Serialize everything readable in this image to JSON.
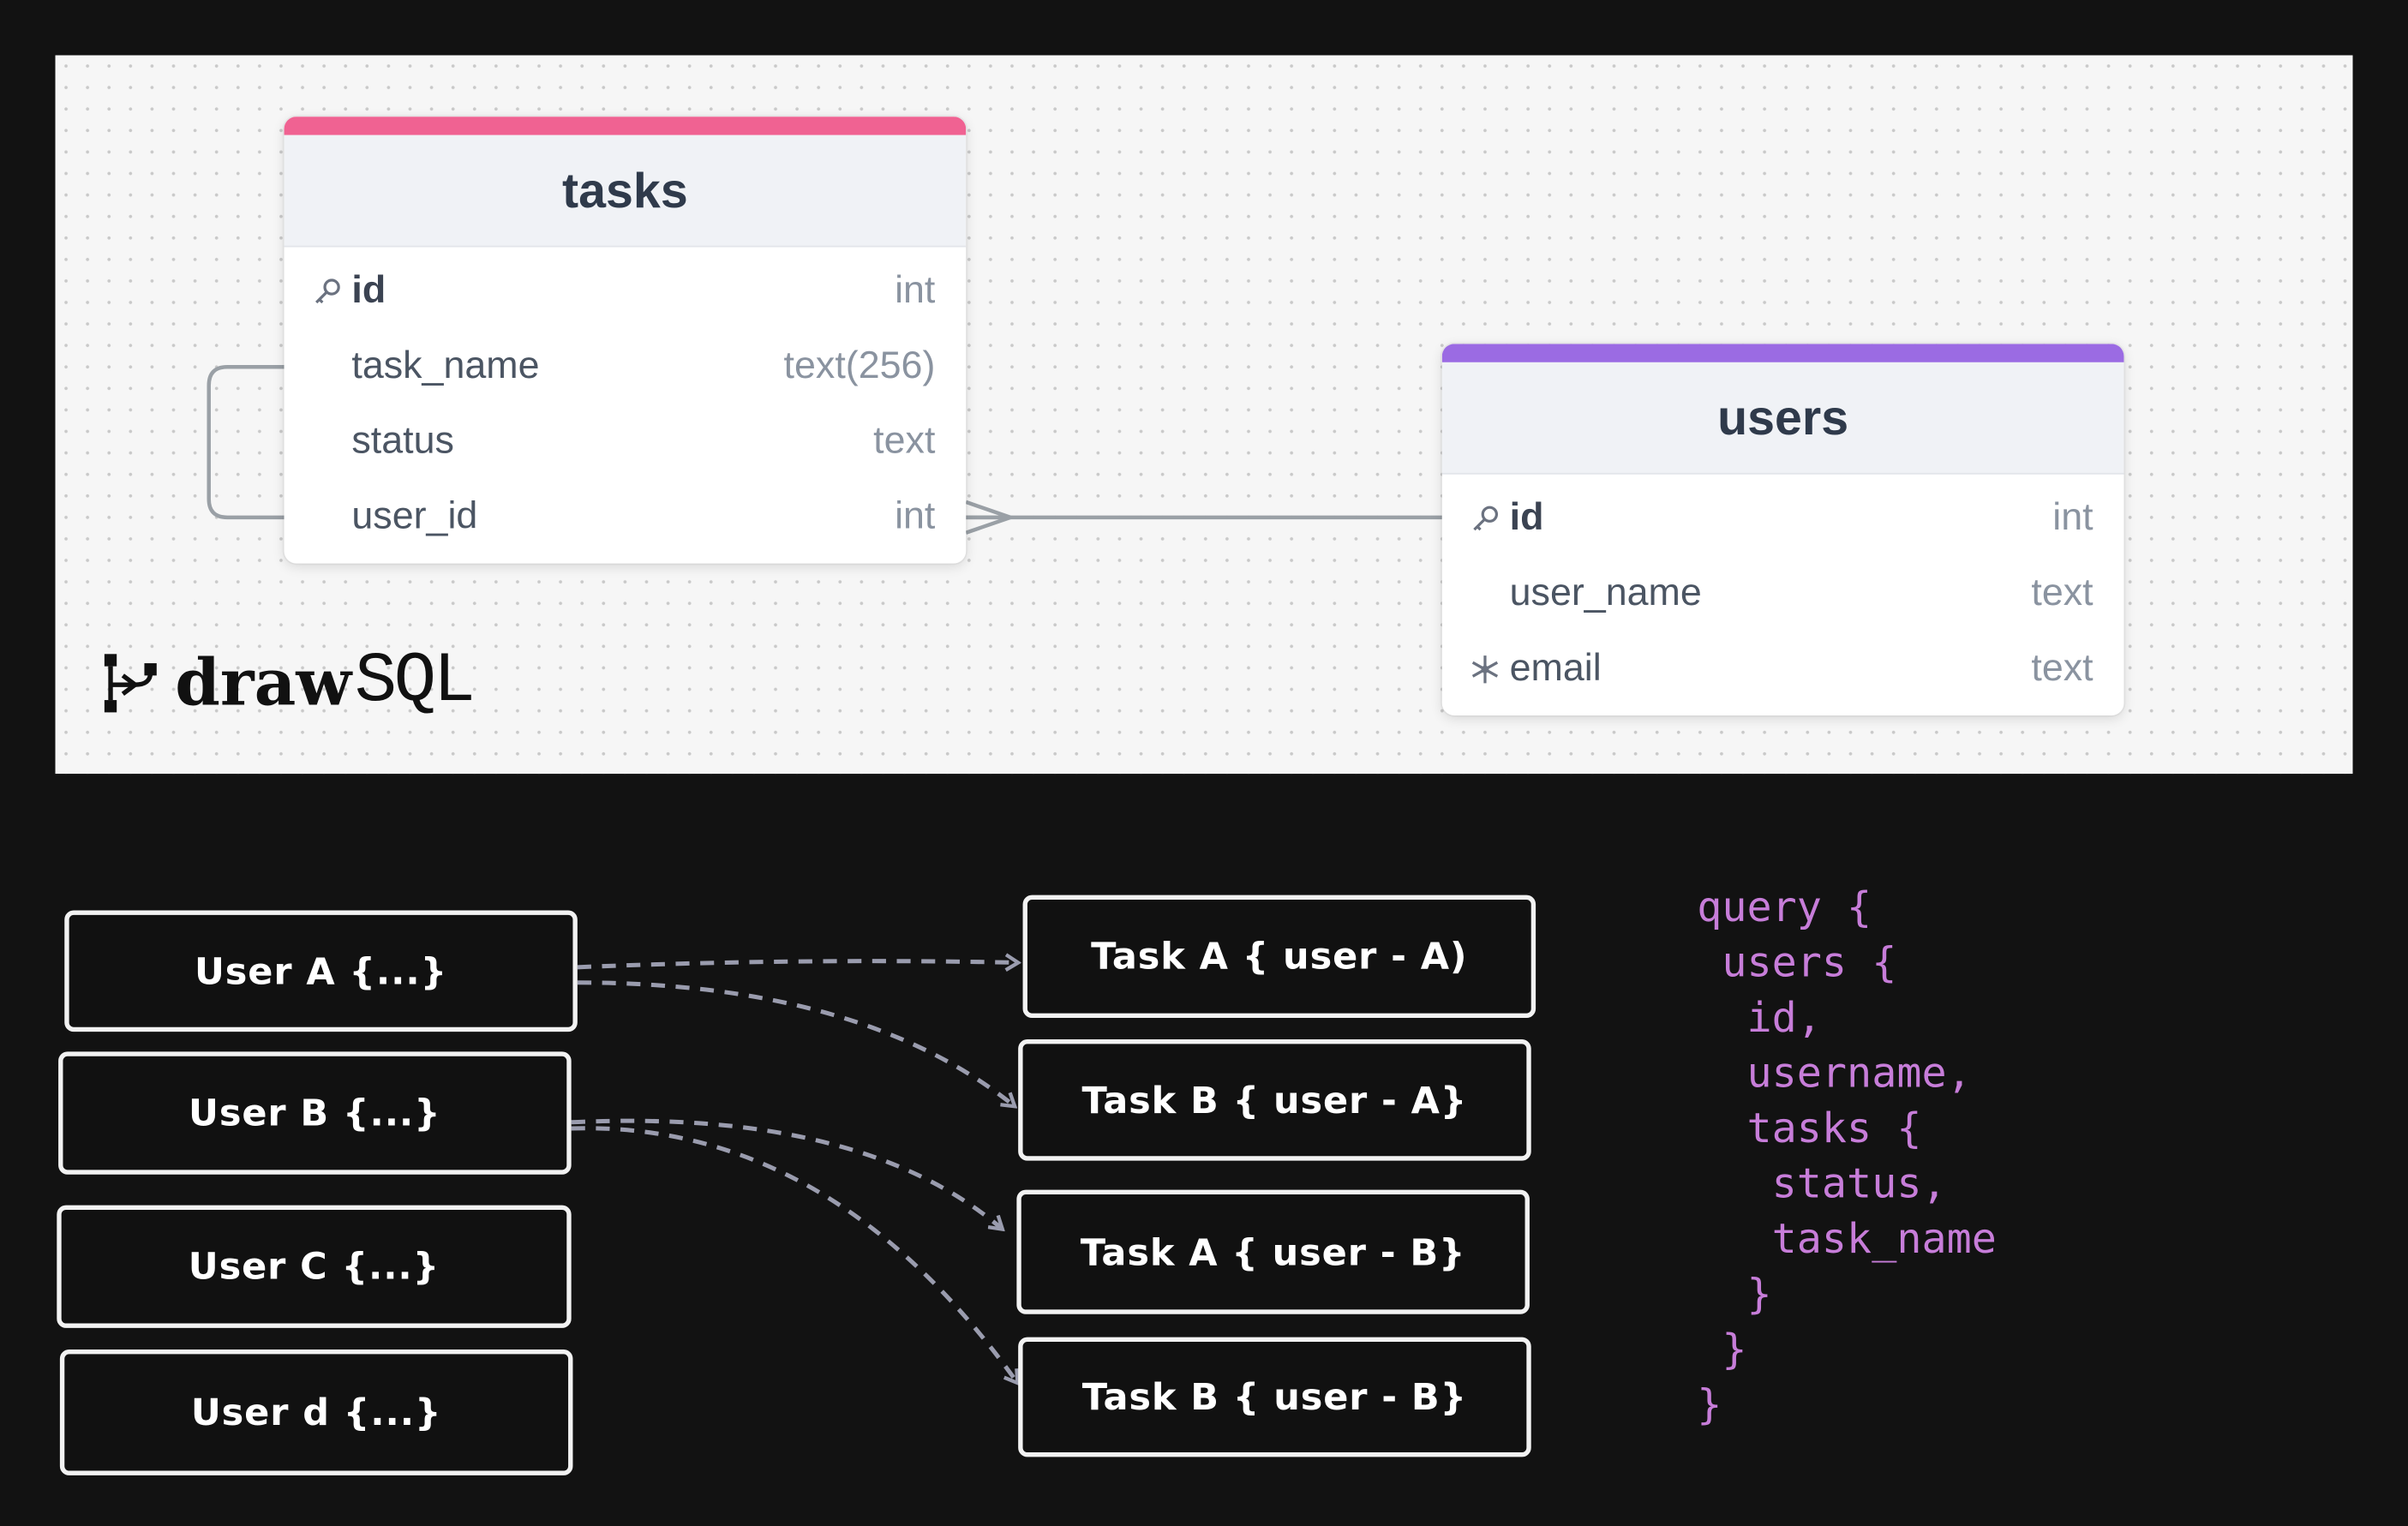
{
  "er_diagram": {
    "tasks": {
      "title": "tasks",
      "accent": "#f06292",
      "columns": [
        {
          "name": "id",
          "type": "int",
          "icon": "key-icon",
          "primary": true
        },
        {
          "name": "task_name",
          "type": "text(256)",
          "icon": "",
          "primary": false
        },
        {
          "name": "status",
          "type": "text",
          "icon": "",
          "primary": false
        },
        {
          "name": "user_id",
          "type": "int",
          "icon": "",
          "primary": false
        }
      ]
    },
    "users": {
      "title": "users",
      "accent": "#9b6be3",
      "columns": [
        {
          "name": "id",
          "type": "int",
          "icon": "key-icon",
          "primary": true
        },
        {
          "name": "user_name",
          "type": "text",
          "icon": "",
          "primary": false
        },
        {
          "name": "email",
          "type": "text",
          "icon": "snowflake-icon",
          "primary": false
        }
      ]
    },
    "relation": {
      "from": "tasks.user_id",
      "to": "users.id",
      "kind": "many-to-one"
    },
    "logo": {
      "word1": "draw",
      "word2": "SQL"
    }
  },
  "sketch": {
    "users": [
      "User A {...}",
      "User B {...}",
      "User C {...}",
      "User d {...}"
    ],
    "tasks": [
      "Task A { user - A)",
      "Task B { user - A}",
      "Task A { user - B}",
      "Task B { user - B}"
    ],
    "links": [
      {
        "from": "User A {...}",
        "to": "Task A { user - A)"
      },
      {
        "from": "User A {...}",
        "to": "Task B { user - A}"
      },
      {
        "from": "User B {...}",
        "to": "Task A { user - B}"
      },
      {
        "from": "User B {...}",
        "to": "Task B { user - B}"
      }
    ],
    "query_text": "query {\n users {\n  id,\n  username,\n  tasks {\n   status,\n   task_name\n  }\n }\n}",
    "query_color": "#c77dd9"
  }
}
